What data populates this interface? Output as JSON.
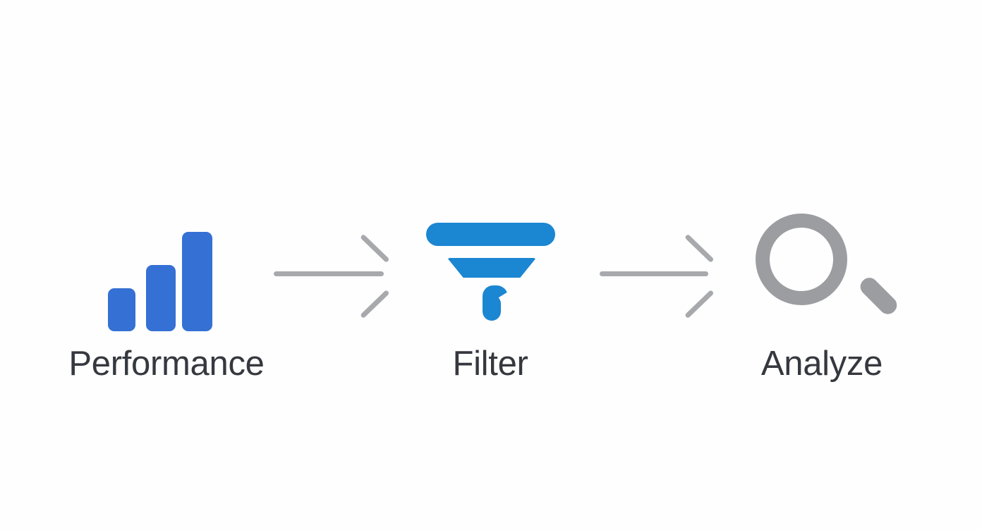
{
  "diagram": {
    "title": "Performance Filter Analyze flow",
    "background_color": "#fefefe",
    "label_color": "#35383e",
    "stages": [
      {
        "id": "performance",
        "label": "Performance",
        "icon": "bar-chart-icon",
        "icon_color": "#3570d4",
        "bars": [
          {
            "name": "bar-1",
            "relative_height": 0.43
          },
          {
            "name": "bar-2",
            "relative_height": 0.67
          },
          {
            "name": "bar-3",
            "relative_height": 1.0
          }
        ]
      },
      {
        "id": "filter",
        "label": "Filter",
        "icon": "funnel-icon",
        "icon_color": "#1b86d2"
      },
      {
        "id": "analyze",
        "label": "Analyze",
        "icon": "magnifier-icon",
        "icon_color": "#9b9da1"
      }
    ],
    "connectors": [
      {
        "id": "arrow-1",
        "from": "performance",
        "to": "filter",
        "color": "#a7a9ac",
        "direction": "right"
      },
      {
        "id": "arrow-2",
        "from": "filter",
        "to": "analyze",
        "color": "#a7a9ac",
        "direction": "right"
      }
    ]
  }
}
